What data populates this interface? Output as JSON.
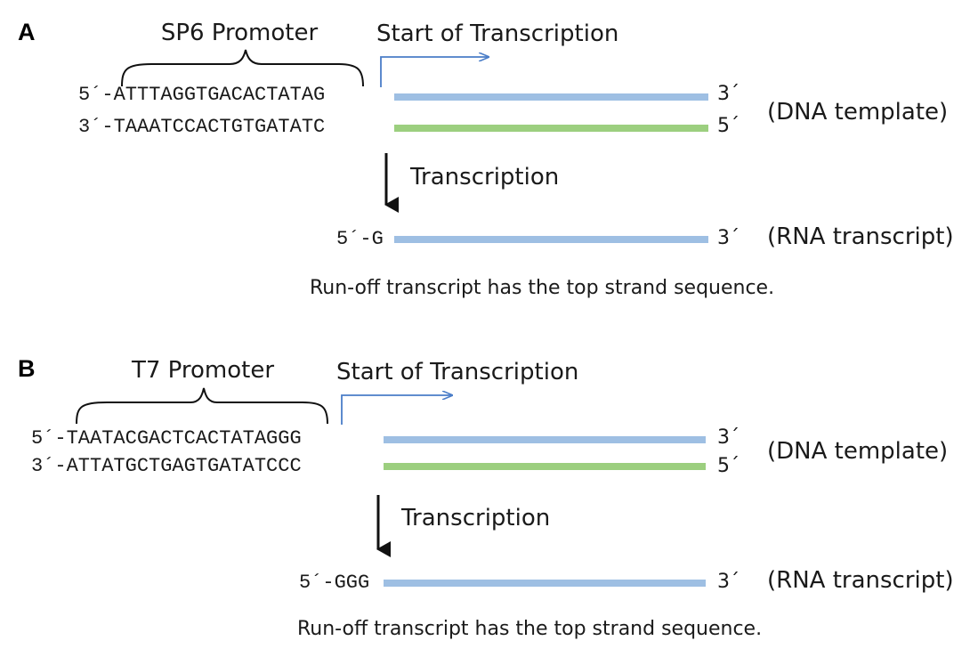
{
  "colors": {
    "top_strand": "#9ebfe3",
    "bottom_strand": "#9ccf7f",
    "start_arrow": "#4a7dc8",
    "arrow": "#111111"
  },
  "panels": [
    {
      "letter": "A",
      "promoter_label": "SP6 Promoter",
      "start_label": "Start of Transcription",
      "top_seq": "5´-ATTTAGGTGACACTATAG",
      "top_end": "3´",
      "bottom_seq": "3´-TAAATCCACTGTGATATC",
      "bottom_end": "5´",
      "template_label": "(DNA template)",
      "step_label": "Transcription",
      "rna_start": "5´-G",
      "rna_end": "3´",
      "rna_label": "(RNA transcript)",
      "note": "Run-off transcript has the top strand sequence."
    },
    {
      "letter": "B",
      "promoter_label": "T7 Promoter",
      "start_label": "Start of Transcription",
      "top_seq": "5´-TAATACGACTCACTATAGGG",
      "top_end": "3´",
      "bottom_seq": "3´-ATTATGCTGAGTGATATCCC",
      "bottom_end": "5´",
      "template_label": "(DNA template)",
      "step_label": "Transcription",
      "rna_start": "5´-GGG",
      "rna_end": "3´",
      "rna_label": "(RNA transcript)",
      "note": "Run-off transcript has the top strand sequence."
    }
  ]
}
